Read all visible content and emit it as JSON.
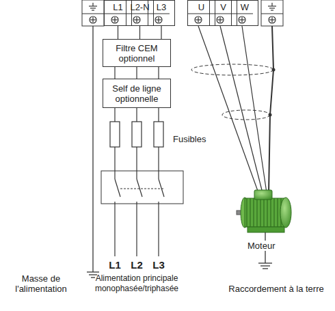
{
  "diagram": {
    "nodes": [
      {
        "text": [
          "L1"
        ]
      },
      {
        "text": [
          "L2-N"
        ]
      },
      {
        "text": [
          "L3"
        ]
      },
      {
        "text": [
          "U"
        ]
      },
      {
        "text": [
          "V"
        ]
      },
      {
        "text": [
          "W"
        ]
      },
      {
        "text": [
          "Filtre CEM optionnel"
        ]
      },
      {
        "text": [
          "Self de ligne optionnelle"
        ]
      }
    ],
    "edges": [
      {
        "from": 0,
        "to": 6,
        "arrow": "none"
      },
      {
        "from": 1,
        "to": 6,
        "arrow": "none"
      },
      {
        "from": 2,
        "to": 6,
        "arrow": "none"
      },
      {
        "from": 6,
        "to": 7,
        "arrow": "none"
      }
    ],
    "labels": [
      "Fusibles",
      "L1",
      "L2",
      "L3",
      "Alimentation principale monophasée/triphasée",
      "Masse de l'alimentation",
      "Moteur",
      "Raccordement à la terre"
    ]
  }
}
